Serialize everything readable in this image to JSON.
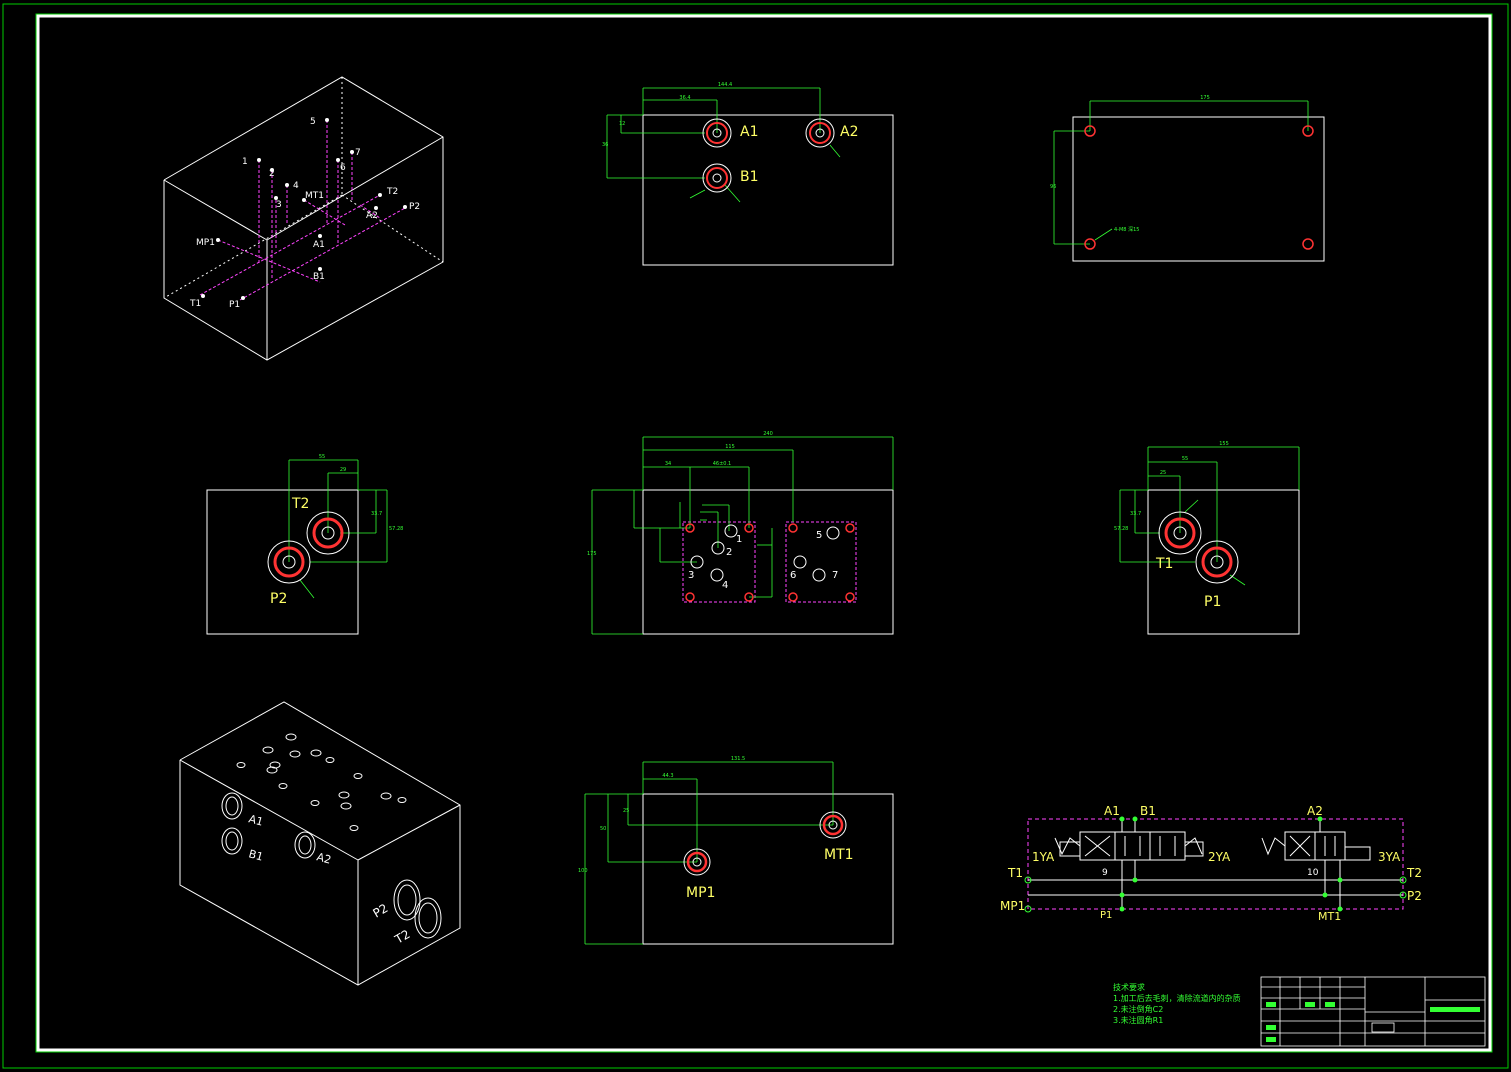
{
  "colors": {
    "background": "#000000",
    "frame": "#ffffff",
    "border": "#00cc00",
    "outline": "#ffffff",
    "dimension": "#33ff33",
    "label": "#ffff66",
    "hole": "#ff3333",
    "hidden": "#ff44ff"
  },
  "iso_top": {
    "port_labels": [
      "1",
      "2",
      "3",
      "4",
      "5",
      "6",
      "7",
      "MT1",
      "A1",
      "A2",
      "T2",
      "P2",
      "B1",
      "MP1",
      "T1",
      "P1"
    ]
  },
  "top_view": {
    "ports": [
      "A1",
      "A2",
      "B1"
    ],
    "dims": [
      "144.4",
      "36.4",
      "12",
      "36"
    ]
  },
  "top_right_view": {
    "dims": [
      "175",
      "96"
    ],
    "note": "4-M8 深15"
  },
  "left_view": {
    "ports": [
      "T2",
      "P2"
    ],
    "dims": [
      "55",
      "29",
      "33.7",
      "57.28"
    ]
  },
  "front_view": {
    "port_numbers": [
      "1",
      "2",
      "3",
      "4",
      "5",
      "6",
      "7"
    ],
    "dims": [
      "240",
      "175",
      "34",
      "46±0.1",
      "115"
    ]
  },
  "right_view": {
    "ports": [
      "T1",
      "P1"
    ],
    "dims": [
      "155",
      "55",
      "25",
      "33.7",
      "57.28"
    ]
  },
  "bottom_view": {
    "ports": [
      "MP1",
      "MT1"
    ],
    "dims": [
      "131.5",
      "44.3",
      "25",
      "50",
      "100"
    ]
  },
  "iso_bottom": {
    "port_labels": [
      "A1",
      "B1",
      "A2",
      "P2",
      "T2"
    ]
  },
  "schematic": {
    "top_labels": [
      "A1",
      "B1",
      "A2"
    ],
    "solenoids": [
      "1YA",
      "2YA",
      "3YA"
    ],
    "left_ports": [
      "T1",
      "MP1"
    ],
    "right_ports": [
      "T2",
      "P2"
    ],
    "valve_numbers": [
      "9",
      "10"
    ],
    "bottom_labels": [
      "P1",
      "MT1"
    ]
  },
  "notes": {
    "title": "技术要求",
    "items": [
      "1.加工后去毛刺，清除流道内的杂质",
      "2.未注倒角C2",
      "3.未注圆角R1"
    ]
  }
}
